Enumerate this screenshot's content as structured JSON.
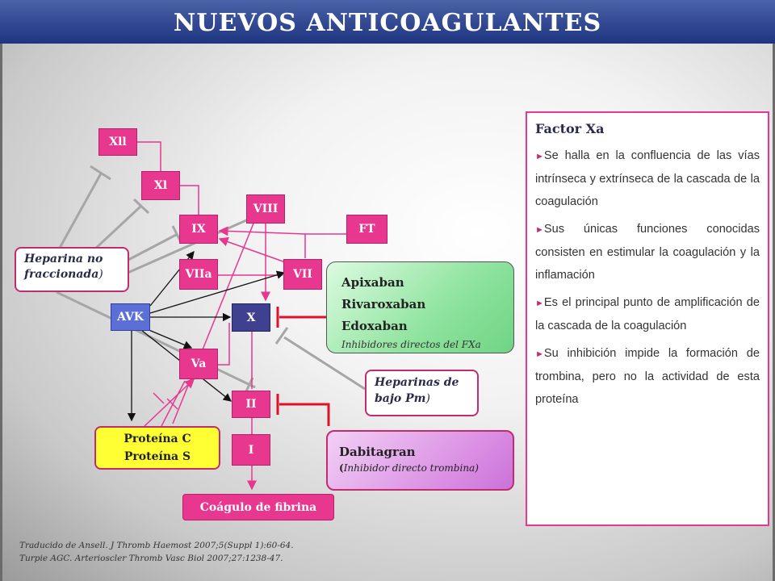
{
  "title": "NUEVOS ANTICOAGULANTES",
  "nodes": {
    "xii": "Xll",
    "xi": "Xl",
    "ix": "IX",
    "viii": "VIII",
    "ft": "FT",
    "viia": "VIIa",
    "vii": "VII",
    "avk": "AVK",
    "x": "X",
    "va": "Va",
    "ii": "II",
    "i": "I",
    "coagulo": "Coágulo de fibrina"
  },
  "heparina_nf": {
    "line1": "Heparina no",
    "line2": "fraccionada",
    "paren": ")"
  },
  "proteina": {
    "line1": "Proteína C",
    "line2": "Proteína S"
  },
  "fxa_inhibitors": {
    "drugs": [
      "Apixaban",
      "Rivaroxaban",
      "Edoxaban"
    ],
    "note": "Inhibidores directos del FXa"
  },
  "hbpm": {
    "line1": "Heparinas de",
    "line2": "bajo Pm",
    "paren": ")"
  },
  "dabigatran": {
    "name": "Dabitagran",
    "note_open": "(",
    "note": "Inhibidor directo trombina)"
  },
  "info_panel": {
    "heading": "Factor Xa",
    "marker": "►",
    "bullets": [
      "Se halla en la confluencia de las vías intrínseca y extrínseca de la cascada de la coagulación",
      "Sus únicas funciones conocidas consisten en estimular la coagulación y la inflamación",
      "Es el principal punto de amplificación de la cascada de la coagulación",
      "Su inhibición impide la formación de trombina, pero no la actividad de esta proteína"
    ]
  },
  "references": [
    "Traducido de Ansell. J Thromb Haemost 2007;5(Suppl 1):60-64.",
    "Turpie AGC. Arterioscler Thromb Vasc Biol 2007;27:1238-47."
  ],
  "colors": {
    "node_pink": "#e8378f",
    "node_blue": "#5b6fd6",
    "node_x": "#3f4190",
    "inhibit_red": "#e0102a",
    "title_blue": "#2a3f8f"
  }
}
